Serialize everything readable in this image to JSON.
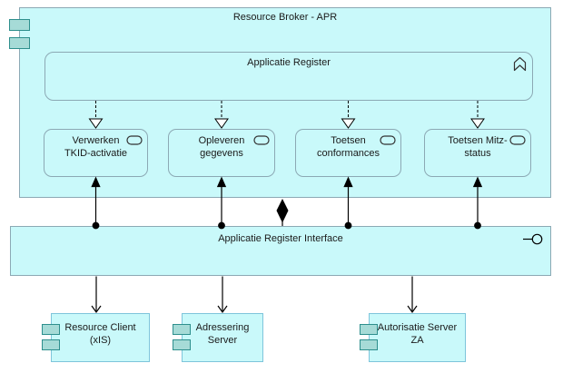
{
  "diagram": {
    "outer_component": {
      "title": "Resource Broker - APR"
    },
    "application_function": {
      "label": "Applicatie Register"
    },
    "services": [
      {
        "line1": "Verwerken",
        "line2": "TKID-activatie"
      },
      {
        "line1": "Opleveren",
        "line2": "gegevens"
      },
      {
        "line1": "Toetsen",
        "line2": "conformances"
      },
      {
        "line1": "Toetsen Mitz-",
        "line2": "status"
      }
    ],
    "interface_bar": {
      "label": "Applicatie Register Interface"
    },
    "bottom_components": [
      {
        "line1": "Resource Client",
        "line2": "(xIS)"
      },
      {
        "line1": "Adressering",
        "line2": "Server"
      },
      {
        "line1": "Autorisatie Server",
        "line2": "ZA"
      }
    ],
    "icons": {
      "outer_component": "component-module-icon",
      "application_function": "chevron-up-function-icon",
      "application_service": "pill-service-icon",
      "interface": "lollipop-interface-icon"
    },
    "relationships": {
      "function_to_services": "realization-dashed-hollow-triangle",
      "interface_to_services": "assignment-ball-filled-arrow",
      "broker_to_interface": "composition-filled-diamond",
      "interface_to_clients": "serving-open-arrow"
    }
  },
  "colors": {
    "fill": "#c9f9fa",
    "border": "#8ca9b4",
    "border-light": "#7ec5db",
    "icon-fill": "#a6dbd7",
    "icon-border": "#2e8f8d",
    "line": "#000000",
    "text": "#1a1a1a"
  }
}
